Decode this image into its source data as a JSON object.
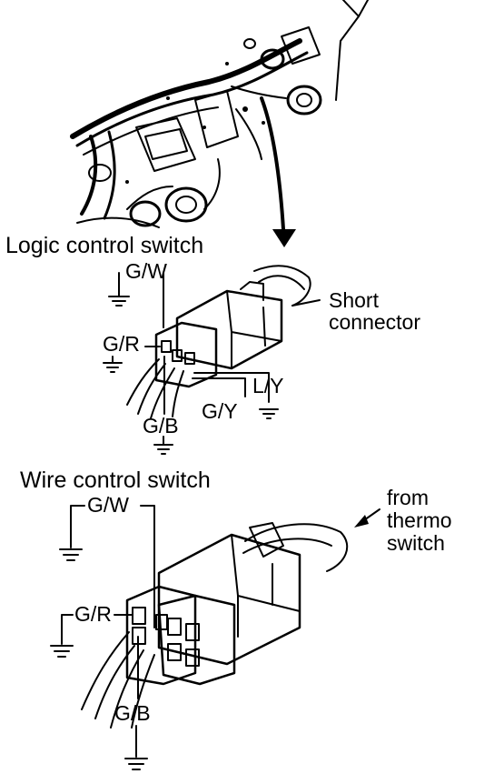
{
  "labels": {
    "logic_title": "Logic control switch",
    "logic_gw": "G/W",
    "logic_gr": "G/R",
    "logic_gb": "G/B",
    "logic_gy": "G/Y",
    "logic_ly": "L/Y",
    "short_connector_line1": "Short",
    "short_connector_line2": "connector",
    "wire_title": "Wire control switch",
    "wire_gw": "G/W",
    "wire_gr": "G/R",
    "wire_gb": "G/B",
    "thermo_line1": "from",
    "thermo_line2": "thermo",
    "thermo_line3": "switch"
  },
  "icons": {
    "ground": "ground-symbol-icon",
    "arrow": "pointer-arrow-icon",
    "connector": "connector-plug-icon"
  },
  "colors": {
    "ink": "#000000",
    "paper": "#ffffff"
  }
}
